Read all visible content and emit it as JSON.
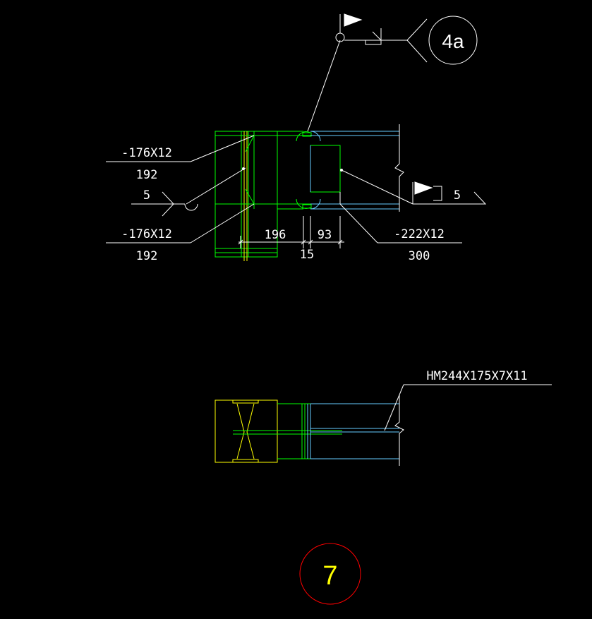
{
  "colors": {
    "background": "#000000",
    "white": "#ffffff",
    "green": "#00ff00",
    "yellow": "#ffff00",
    "cyan": "#66ccff",
    "red": "#ff0000"
  },
  "top_view": {
    "weld_symbol_tag": "4a",
    "upper_plate": {
      "spec": "-176X12",
      "length": "192"
    },
    "lower_plate": {
      "spec": "-176X12",
      "length": "192"
    },
    "weld_size_left": "5",
    "weld_size_right": "5",
    "dim_196": "196",
    "dim_93": "93",
    "dim_15": "15",
    "web_plate": {
      "spec": "-222X12",
      "length": "300"
    }
  },
  "bottom_view": {
    "beam_section": "HM244X175X7X11"
  },
  "detail_number": "7"
}
